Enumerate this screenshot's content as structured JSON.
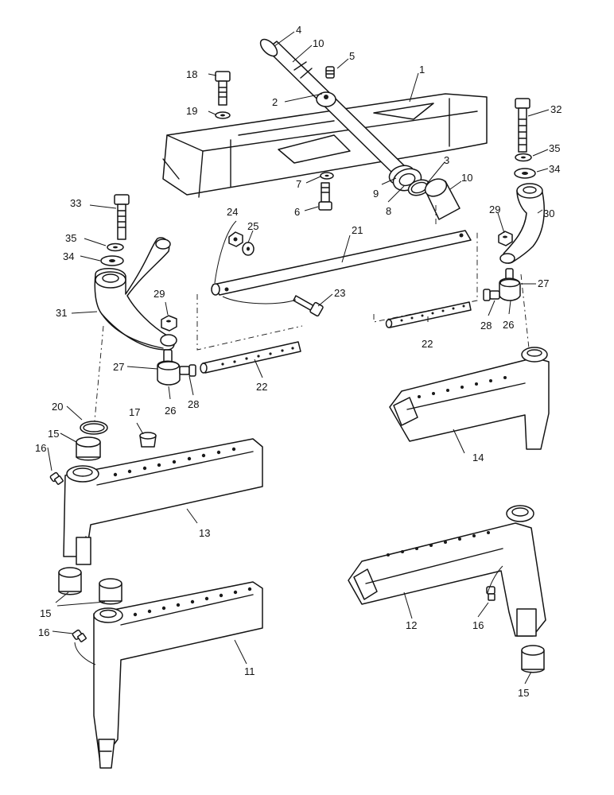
{
  "callouts": {
    "c1": "1",
    "c2": "2",
    "c3": "3",
    "c4": "4",
    "c5": "5",
    "c6": "6",
    "c7": "7",
    "c8": "8",
    "c9": "9",
    "c10a": "10",
    "c10b": "10",
    "c11": "11",
    "c12": "12",
    "c13": "13",
    "c14": "14",
    "c15a": "15",
    "c15b": "15",
    "c15c": "15",
    "c16a": "16",
    "c16b": "16",
    "c16c": "16",
    "c17": "17",
    "c18": "18",
    "c19": "19",
    "c20": "20",
    "c21": "21",
    "c22a": "22",
    "c22b": "22",
    "c23": "23",
    "c24": "24",
    "c25": "25",
    "c26a": "26",
    "c26b": "26",
    "c27a": "27",
    "c27b": "27",
    "c28a": "28",
    "c28b": "28",
    "c29a": "29",
    "c29b": "29",
    "c30": "30",
    "c31": "31",
    "c32": "32",
    "c33": "33",
    "c34a": "34",
    "c34b": "34",
    "c35a": "35",
    "c35b": "35"
  },
  "colors": {
    "ink": "#141414",
    "background": "#ffffff"
  }
}
